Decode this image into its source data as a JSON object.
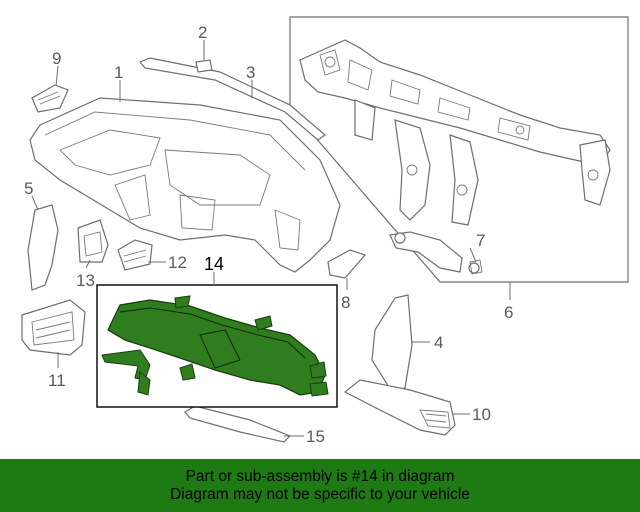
{
  "diagram": {
    "callouts": [
      {
        "id": "1",
        "label": "1"
      },
      {
        "id": "2",
        "label": "2"
      },
      {
        "id": "3",
        "label": "3"
      },
      {
        "id": "4",
        "label": "4"
      },
      {
        "id": "5",
        "label": "5"
      },
      {
        "id": "6",
        "label": "6"
      },
      {
        "id": "7",
        "label": "7"
      },
      {
        "id": "8",
        "label": "8"
      },
      {
        "id": "9",
        "label": "9"
      },
      {
        "id": "10",
        "label": "10"
      },
      {
        "id": "11",
        "label": "11"
      },
      {
        "id": "12",
        "label": "12"
      },
      {
        "id": "13",
        "label": "13"
      },
      {
        "id": "14",
        "label": "14"
      },
      {
        "id": "15",
        "label": "15"
      }
    ],
    "highlighted_part": "14"
  },
  "banner": {
    "line1": "Part or sub-assembly is #14 in diagram",
    "line2": "Diagram may not be specific to your vehicle",
    "background": "#1e7a12",
    "highlight_fill": "#2f7d1f"
  }
}
